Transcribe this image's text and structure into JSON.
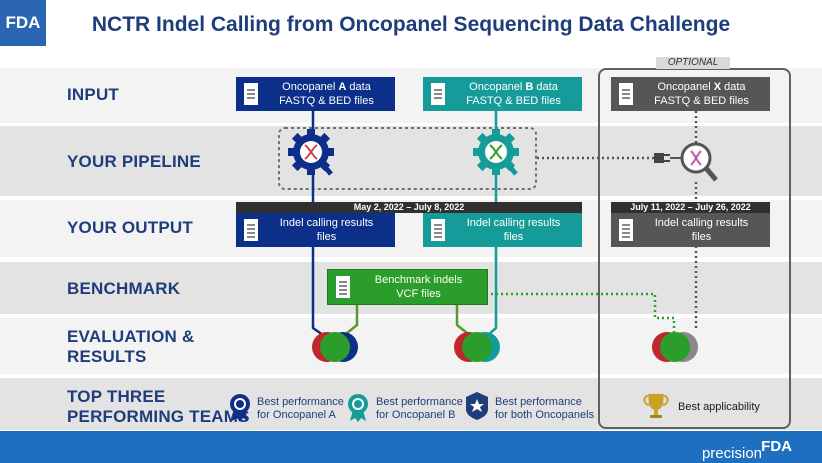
{
  "logo": "FDA",
  "title": "NCTR Indel Calling from Oncopanel Sequencing Data Challenge",
  "optional_label": "OPTIONAL",
  "rows": {
    "input": "INPUT",
    "pipeline": "YOUR PIPELINE",
    "output": "YOUR OUTPUT",
    "benchmark": "BENCHMARK",
    "evaluation_line1": "EVALUATION &",
    "evaluation_line2": "RESULTS",
    "top_line1": "TOP THREE",
    "top_line2": "PERFORMING TEAMS"
  },
  "inputs": [
    {
      "pre": "Oncopanel ",
      "bold": "A",
      "post": " data",
      "line2": "FASTQ & BED files"
    },
    {
      "pre": "Oncopanel ",
      "bold": "B",
      "post": " data",
      "line2": "FASTQ & BED files"
    },
    {
      "pre": "Oncopanel ",
      "bold": "X",
      "post": " data",
      "line2": "FASTQ & BED files"
    }
  ],
  "dates": [
    "May 2, 2022 – July 8, 2022",
    "July 11, 2022 – July 26, 2022"
  ],
  "outputs": [
    {
      "line1": "Indel calling results",
      "line2": "files"
    },
    {
      "line1": "Indel calling results",
      "line2": "files"
    },
    {
      "line1": "Indel calling results",
      "line2": "files"
    }
  ],
  "benchmark": {
    "line1": "Benchmark indels",
    "line2": "VCF files"
  },
  "awards": [
    {
      "line1": "Best performance",
      "line2": "for Oncopanel A",
      "icon": "ribbon-medal-blue-icon"
    },
    {
      "line1": "Best performance",
      "line2": "for Oncopanel B",
      "icon": "ribbon-medal-teal-icon"
    },
    {
      "line1": "Best performance",
      "line2": "for both Oncopanels",
      "icon": "star-badge-icon"
    },
    {
      "line1": "Best applicability",
      "line2": "",
      "icon": "trophy-icon"
    }
  ],
  "footer": {
    "brand_pre": "precision",
    "brand_bold": "FDA"
  },
  "colors": {
    "navy": "#0c2f8a",
    "teal": "#159c9a",
    "gray": "#565656",
    "green": "#2a9d2a",
    "red": "#c0262c",
    "title": "#1f3d7a",
    "footer": "#1e6fc0"
  }
}
